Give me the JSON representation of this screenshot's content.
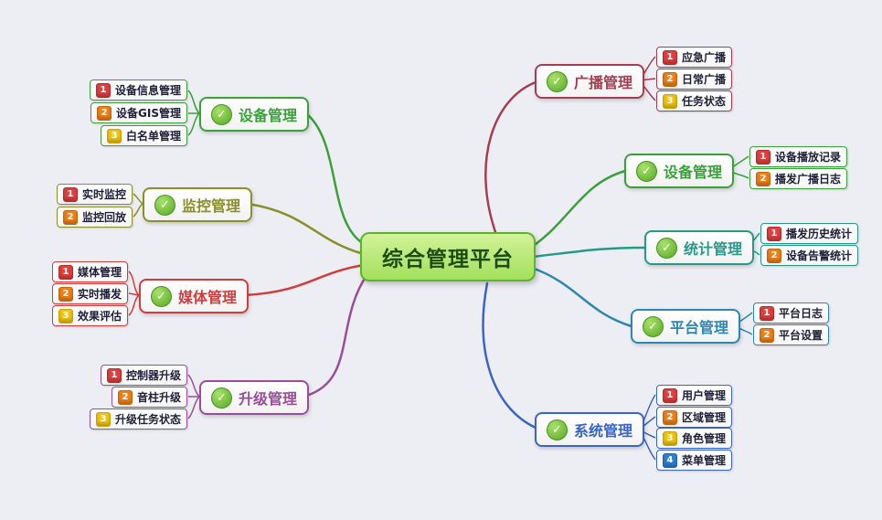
{
  "center": {
    "label": "综合管理平台",
    "fill": "#a3e05c",
    "border": "#5db32c",
    "text_color": "#1d4d12"
  },
  "check_icon": "✓",
  "badge_colors": {
    "1": "#e23f3f",
    "2": "#f08018",
    "3": "#f2c40f",
    "4": "#2f80d6"
  },
  "branches": [
    {
      "label": "设备管理",
      "color": "#3aa03a",
      "side": "left",
      "items": [
        {
          "num": "1",
          "label": "设备信息管理"
        },
        {
          "num": "2",
          "label": "设备GIS管理"
        },
        {
          "num": "3",
          "label": "白名单管理"
        }
      ]
    },
    {
      "label": "监控管理",
      "color": "#8a8f2a",
      "side": "left",
      "items": [
        {
          "num": "1",
          "label": "实时监控"
        },
        {
          "num": "2",
          "label": "监控回放"
        }
      ]
    },
    {
      "label": "媒体管理",
      "color": "#d23c3c",
      "side": "left",
      "items": [
        {
          "num": "1",
          "label": "媒体管理"
        },
        {
          "num": "2",
          "label": "实时播发"
        },
        {
          "num": "3",
          "label": "效果评估"
        }
      ]
    },
    {
      "label": "升级管理",
      "color": "#9a4d9a",
      "side": "left",
      "items": [
        {
          "num": "1",
          "label": "控制器升级"
        },
        {
          "num": "2",
          "label": "音柱升级"
        },
        {
          "num": "3",
          "label": "升级任务状态"
        }
      ]
    },
    {
      "label": "广播管理",
      "color": "#a63d52",
      "side": "right",
      "items": [
        {
          "num": "1",
          "label": "应急广播"
        },
        {
          "num": "2",
          "label": "日常广播"
        },
        {
          "num": "3",
          "label": "任务状态"
        }
      ]
    },
    {
      "label": "设备管理",
      "color": "#3aa03a",
      "side": "right",
      "items": [
        {
          "num": "1",
          "label": "设备播放记录"
        },
        {
          "num": "2",
          "label": "播发广播日志"
        }
      ]
    },
    {
      "label": "统计管理",
      "color": "#26998a",
      "side": "right",
      "items": [
        {
          "num": "1",
          "label": "播发历史统计"
        },
        {
          "num": "2",
          "label": "设备告警统计"
        }
      ]
    },
    {
      "label": "平台管理",
      "color": "#2e86b5",
      "side": "right",
      "items": [
        {
          "num": "1",
          "label": "平台日志"
        },
        {
          "num": "2",
          "label": "平台设置"
        }
      ]
    },
    {
      "label": "系统管理",
      "color": "#3a64c8",
      "side": "right",
      "items": [
        {
          "num": "1",
          "label": "用户管理"
        },
        {
          "num": "2",
          "label": "区域管理"
        },
        {
          "num": "3",
          "label": "角色管理"
        },
        {
          "num": "4",
          "label": "菜单管理"
        }
      ]
    }
  ]
}
